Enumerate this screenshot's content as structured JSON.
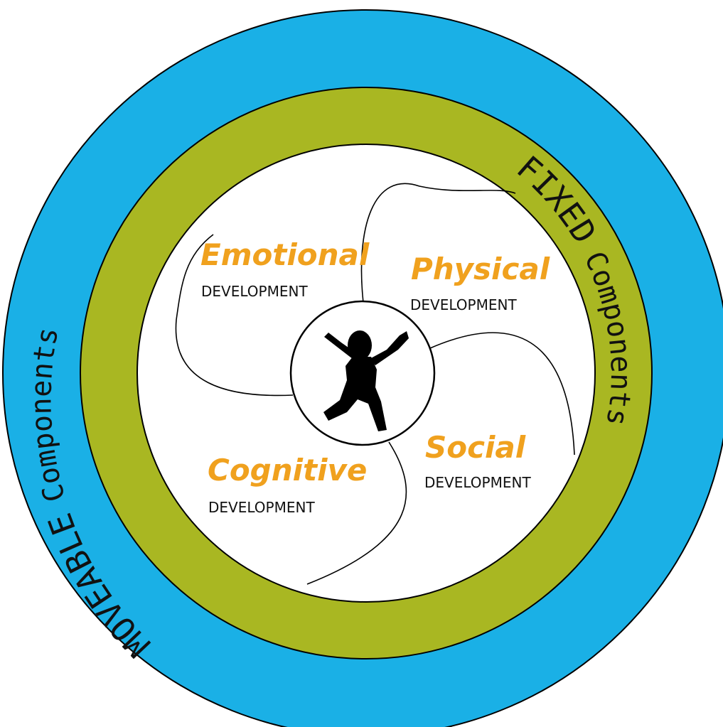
{
  "diagram": {
    "outer_ring": {
      "label_strong": "MOVEABLE",
      "label": "Components",
      "color": "#1ab0e6"
    },
    "middle_ring": {
      "label_strong": "FIXED",
      "label": "Components",
      "color": "#a9b722"
    },
    "domains": [
      {
        "id": "emotional",
        "title": "Emotional",
        "subtitle": "DEVELOPMENT"
      },
      {
        "id": "physical",
        "title": "Physical",
        "subtitle": "DEVELOPMENT"
      },
      {
        "id": "social",
        "title": "Social",
        "subtitle": "DEVELOPMENT"
      },
      {
        "id": "cognitive",
        "title": "Cognitive",
        "subtitle": "DEVELOPMENT"
      }
    ],
    "center": {
      "icon": "child-silhouette-icon"
    },
    "title_color": "#f0a11e"
  }
}
